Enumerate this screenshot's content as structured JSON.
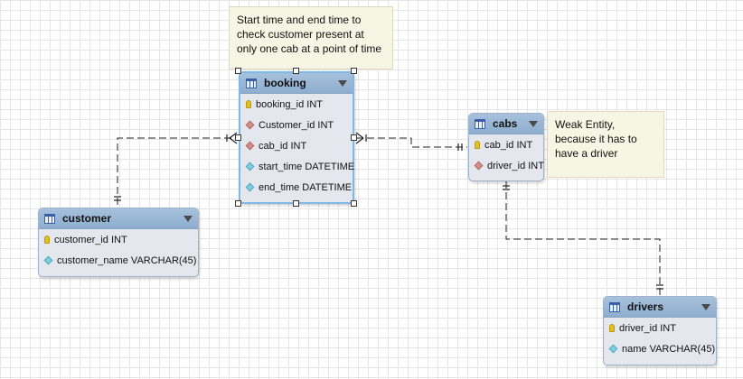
{
  "notes": {
    "booking_note": {
      "lines": [
        "Start time and end time to",
        "check customer present at",
        "only one cab at a point of time"
      ]
    },
    "cabs_note": {
      "lines": [
        "Weak Entity,",
        "because it has to",
        "have a driver"
      ]
    }
  },
  "entities": {
    "booking": {
      "title": "booking",
      "attributes": [
        {
          "text": "booking_id INT",
          "icon": "primary-key-icon"
        },
        {
          "text": "Customer_id INT",
          "icon": "foreign-key-icon"
        },
        {
          "text": "cab_id INT",
          "icon": "foreign-key-icon"
        },
        {
          "text": "start_time DATETIME",
          "icon": "column-icon"
        },
        {
          "text": "end_time DATETIME",
          "icon": "column-icon"
        }
      ]
    },
    "cabs": {
      "title": "cabs",
      "attributes": [
        {
          "text": "cab_id INT",
          "icon": "primary-key-icon"
        },
        {
          "text": "driver_id INT",
          "icon": "foreign-key-icon"
        }
      ]
    },
    "customer": {
      "title": "customer",
      "attributes": [
        {
          "text": "customer_id INT",
          "icon": "primary-key-icon"
        },
        {
          "text": "customer_name VARCHAR(45)",
          "icon": "column-icon"
        }
      ]
    },
    "drivers": {
      "title": "drivers",
      "attributes": [
        {
          "text": "driver_id INT",
          "icon": "primary-key-icon"
        },
        {
          "text": "name VARCHAR(45)",
          "icon": "column-icon"
        }
      ]
    }
  },
  "colors": {
    "header": "#8eadce",
    "entity_body": "#e4e8ee",
    "note_bg": "#f7f5e4",
    "grid": "#e6e6e6",
    "selection": "#7fb7e6"
  }
}
